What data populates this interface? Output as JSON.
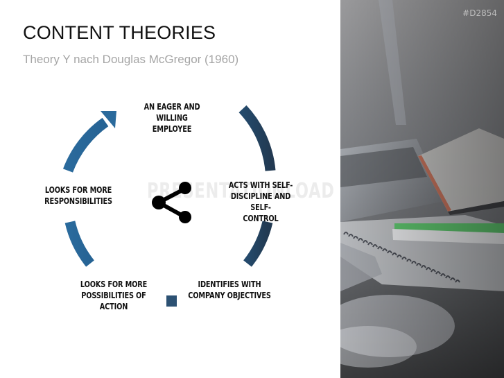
{
  "slide": {
    "title": "CONTENT THEORIES",
    "subtitle": "Theory Y nach Douglas McGregor (1960)",
    "photo_code": "#D2854",
    "watermark": "PRESENTATIONLOAD"
  },
  "cycle": {
    "center_icon": "share-icon",
    "items": [
      {
        "label": "AN EAGER AND WILLING EMPLOYEE",
        "line1": "AN EAGER AND WILLING",
        "line2": "EMPLOYEE"
      },
      {
        "label": "ACTS WITH SELF-DISCIPLINE AND SELF-CONTROL",
        "line1": "ACTS WITH SELF-",
        "line2": "DISCIPLINE AND SELF-",
        "line3": "CONTROL"
      },
      {
        "label": "IDENTIFIES WITH COMPANY OBJECTIVES",
        "line1": "IDENTIFIES WITH",
        "line2": "COMPANY OBJECTIVES"
      },
      {
        "label": "LOOKS FOR MORE POSSIBILITIES OF ACTION",
        "line1": "LOOKS FOR MORE",
        "line2": "POSSIBILITIES OF ACTION"
      },
      {
        "label": "LOOKS FOR MORE RESPONSIBILITIES",
        "line1": "LOOKS FOR MORE",
        "line2": "RESPONSIBILITIES"
      }
    ]
  },
  "colors": {
    "arc_light": "#2a6a9c",
    "arc_dark": "#233f5a",
    "text": "#111111",
    "subtitle": "#a5a5a5"
  }
}
